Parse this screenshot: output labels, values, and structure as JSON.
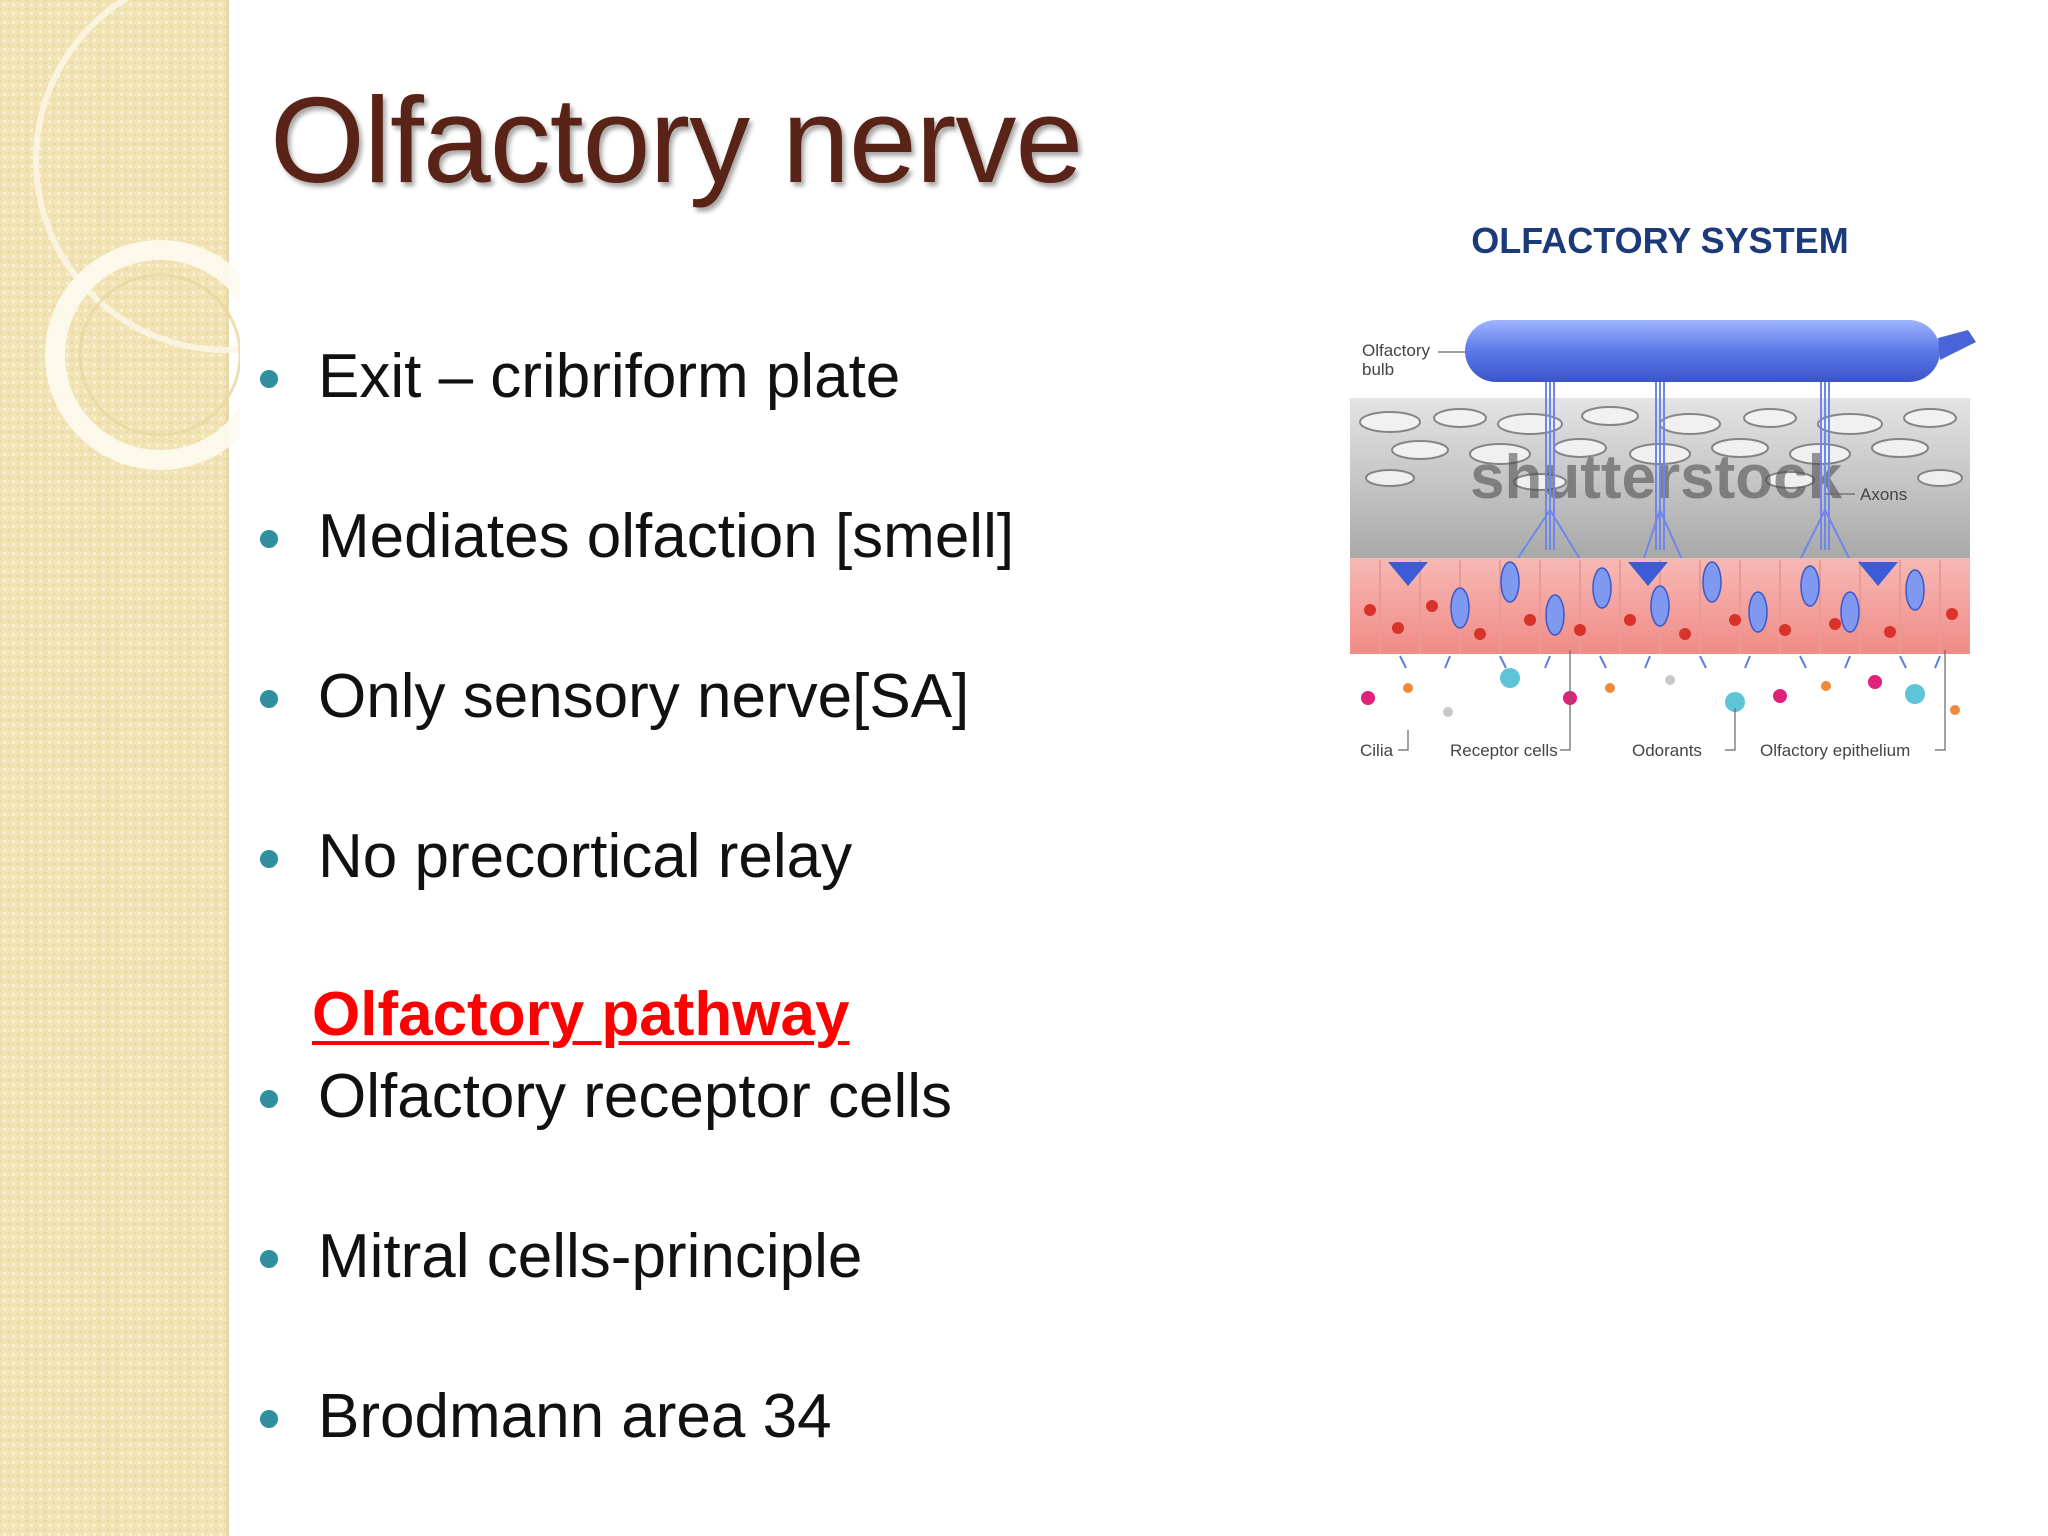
{
  "slide": {
    "title": "Olfactory nerve",
    "bullets": [
      "Exit – cribriform plate",
      "Mediates olfaction [smell]",
      "Only sensory nerve[SA]",
      "No precortical relay"
    ],
    "section_heading": "Olfactory pathway",
    "pathway_bullets": [
      "Olfactory receptor cells",
      "Mitral cells-principle",
      "Brodmann area 34"
    ]
  },
  "figure": {
    "title": "OLFACTORY SYSTEM",
    "labels": {
      "bulb": [
        "Olfactory",
        "bulb"
      ],
      "axons": "Axons",
      "cilia": "Cilia",
      "receptor_cells": "Receptor cells",
      "odorants": "Odorants",
      "epithelium": "Olfactory epithelium"
    },
    "watermark": "shutterstock"
  },
  "colors": {
    "title": "#5a2317",
    "bullet_dot": "#2f8f9f",
    "heading": "#ff0000",
    "figure_title": "#1a3a7a",
    "side_band": "#f2e3b4"
  }
}
